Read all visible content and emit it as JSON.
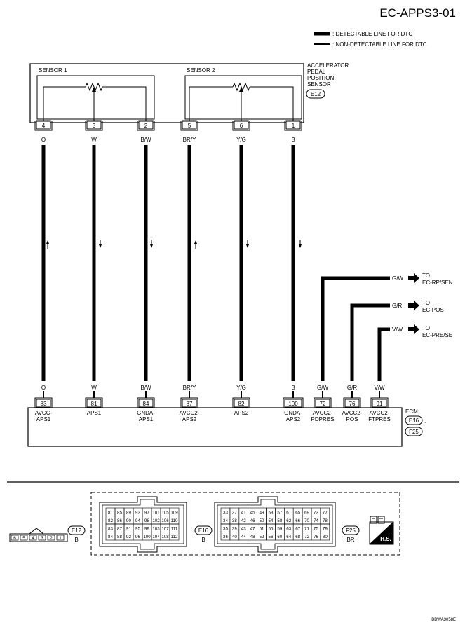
{
  "header": {
    "title": "EC-APPS3-01"
  },
  "legend": {
    "detectable": ": DETECTABLE LINE FOR DTC",
    "non_detectable": ": NON-DETECTABLE LINE FOR DTC"
  },
  "sensor": {
    "name_lines": [
      "ACCELERATOR",
      "PEDAL",
      "POSITION",
      "SENSOR"
    ],
    "connector": "E12",
    "sensor1_label": "SENSOR 1",
    "sensor2_label": "SENSOR 2"
  },
  "wires": [
    {
      "sensor_pin": "4",
      "color": "O",
      "ecm_pin": "83",
      "ecm_label": [
        "AVCC-",
        "APS1"
      ],
      "arrow": "up"
    },
    {
      "sensor_pin": "3",
      "color": "W",
      "ecm_pin": "81",
      "ecm_label": [
        "APS1"
      ],
      "arrow": "down"
    },
    {
      "sensor_pin": "2",
      "color": "B/W",
      "ecm_pin": "84",
      "ecm_label": [
        "GNDA-",
        "APS1"
      ],
      "arrow": "down"
    },
    {
      "sensor_pin": "5",
      "color": "BR/Y",
      "ecm_pin": "87",
      "ecm_label": [
        "AVCC2-",
        "APS2"
      ],
      "arrow": "up"
    },
    {
      "sensor_pin": "6",
      "color": "Y/G",
      "ecm_pin": "82",
      "ecm_label": [
        "APS2"
      ],
      "arrow": "down"
    },
    {
      "sensor_pin": "1",
      "color": "B",
      "ecm_pin": "100",
      "ecm_label": [
        "GNDA-",
        "APS2"
      ],
      "arrow": "down"
    }
  ],
  "outputs": [
    {
      "color": "G/W",
      "ecm_pin": "72",
      "ecm_label": [
        "AVCC2-",
        "PDPRES"
      ],
      "to": [
        "TO",
        "EC-RP/SEN"
      ]
    },
    {
      "color": "G/R",
      "ecm_pin": "76",
      "ecm_label": [
        "AVCC2-",
        "POS"
      ],
      "to": [
        "TO",
        "EC-POS"
      ]
    },
    {
      "color": "V/W",
      "ecm_pin": "91",
      "ecm_label": [
        "AVCC2-",
        "FTPRES"
      ],
      "to": [
        "TO",
        "EC-PRE/SE"
      ]
    }
  ],
  "ecm": {
    "label": "ECM",
    "connector1": "E16",
    "comma": ",",
    "connector2": "F25"
  },
  "connectors_bottom": {
    "e12": {
      "pins": [
        "6",
        "5",
        "4",
        "3",
        "2",
        "1"
      ],
      "name": "E12",
      "color": "B"
    },
    "e16": {
      "name": "E16",
      "color": "B",
      "rows": [
        [
          "81",
          "85",
          "89",
          "93",
          "97",
          "101",
          "105",
          "109"
        ],
        [
          "82",
          "86",
          "90",
          "94",
          "98",
          "102",
          "106",
          "110"
        ],
        [
          "83",
          "87",
          "91",
          "95",
          "99",
          "103",
          "107",
          "111"
        ],
        [
          "84",
          "88",
          "92",
          "96",
          "100",
          "104",
          "108",
          "112"
        ]
      ]
    },
    "f25": {
      "name": "F25",
      "color": "BR",
      "rows": [
        [
          "33",
          "37",
          "41",
          "45",
          "49",
          "53",
          "57",
          "61",
          "65",
          "69",
          "73",
          "77"
        ],
        [
          "34",
          "38",
          "42",
          "46",
          "50",
          "54",
          "58",
          "62",
          "66",
          "70",
          "74",
          "78"
        ],
        [
          "35",
          "39",
          "43",
          "47",
          "51",
          "55",
          "59",
          "63",
          "67",
          "71",
          "75",
          "79"
        ],
        [
          "36",
          "40",
          "44",
          "48",
          "52",
          "56",
          "60",
          "64",
          "68",
          "72",
          "76",
          "80"
        ]
      ]
    },
    "hs_label": "H.S."
  },
  "footer": {
    "code": "BBWA3058E"
  }
}
